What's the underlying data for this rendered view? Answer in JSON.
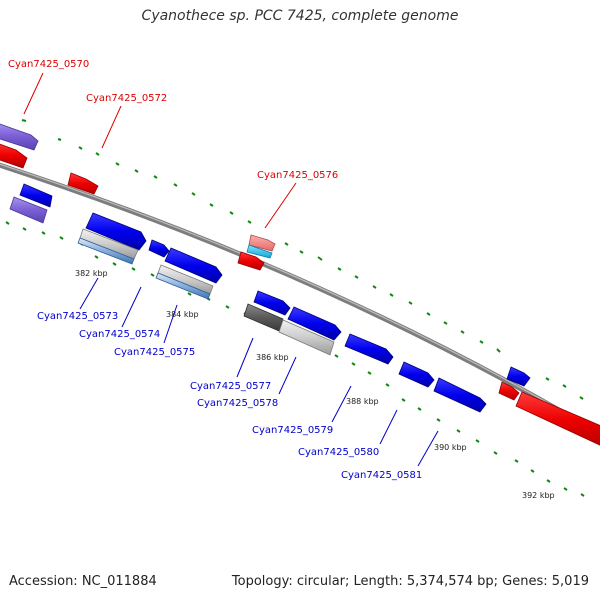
{
  "title": "Cyanothece sp. PCC 7425, complete genome",
  "footer": {
    "accession": "Accession: NC_011884",
    "summary": "Topology: circular; Length: 5,374,574 bp; Genes: 5,019"
  },
  "colors": {
    "highlight_label": "#dd0000",
    "normal_label": "#0000cc",
    "backbone": "#8c8c8c",
    "tick": "#118811",
    "red_gene": "#ee0000",
    "blue_gene": "#0000ee",
    "purple_gene": "#7a5fd6",
    "steel_gene": "#5b8fc9",
    "gray_gene": "#b8b8b8",
    "dark_gray_gene": "#5a5a5a",
    "pink_gene": "#f08080",
    "cyan_gene": "#22c4ee"
  },
  "scale_labels": [
    "382 kbp",
    "384 kbp",
    "386 kbp",
    "388 kbp",
    "390 kbp",
    "392 kbp"
  ],
  "genes": [
    {
      "id": "Cyan7425_0570",
      "label": "Cyan7425_0570",
      "highlight": true,
      "color": "purple"
    },
    {
      "id": "Cyan7425_0572",
      "label": "Cyan7425_0572",
      "highlight": true,
      "color": "red"
    },
    {
      "id": "Cyan7425_0576",
      "label": "Cyan7425_0576",
      "highlight": true,
      "color": "pink"
    },
    {
      "id": "Cyan7425_0573",
      "label": "Cyan7425_0573",
      "highlight": false,
      "color": "blue"
    },
    {
      "id": "Cyan7425_0574",
      "label": "Cyan7425_0574",
      "highlight": false,
      "color": "gray"
    },
    {
      "id": "Cyan7425_0575",
      "label": "Cyan7425_0575",
      "highlight": false,
      "color": "blue"
    },
    {
      "id": "Cyan7425_0577",
      "label": "Cyan7425_0577",
      "highlight": false,
      "color": "dark-gray"
    },
    {
      "id": "Cyan7425_0578",
      "label": "Cyan7425_0578",
      "highlight": false,
      "color": "gray"
    },
    {
      "id": "Cyan7425_0579",
      "label": "Cyan7425_0579",
      "highlight": false,
      "color": "blue"
    },
    {
      "id": "Cyan7425_0580",
      "label": "Cyan7425_0580",
      "highlight": false,
      "color": "blue"
    },
    {
      "id": "Cyan7425_0581",
      "label": "Cyan7425_0581",
      "highlight": false,
      "color": "blue"
    }
  ]
}
